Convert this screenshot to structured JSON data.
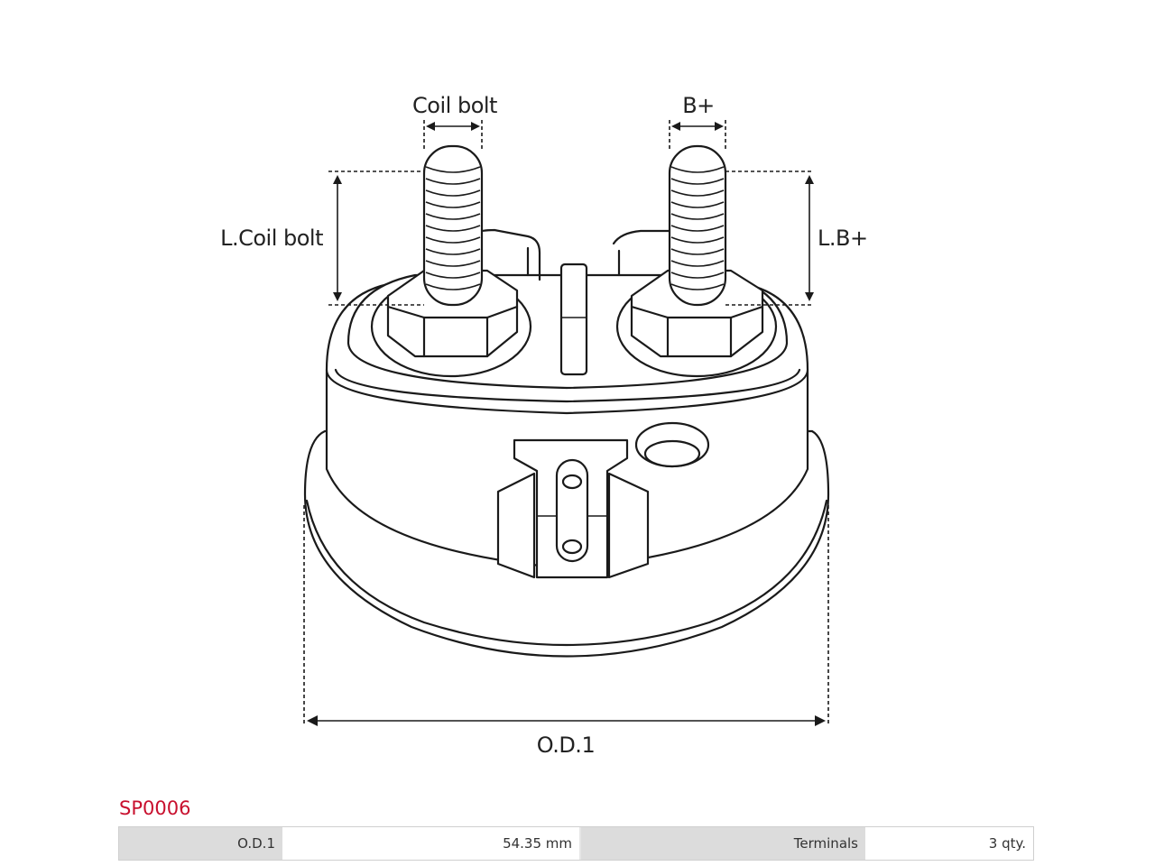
{
  "diagram": {
    "labels": {
      "coil_bolt": "Coil bolt",
      "b_plus": "B+",
      "l_coil_bolt": "L.Coil bolt",
      "l_b_plus": "L.B+",
      "od1": "O.D.1"
    }
  },
  "product": {
    "code": "SP0006",
    "specs": [
      {
        "key": "O.D.1",
        "value": "54.35 mm"
      },
      {
        "key": "Terminals",
        "value": "3 qty."
      }
    ]
  },
  "colors": {
    "code": "#c8102e",
    "key_bg": "#dcdcdc",
    "line": "#1a1a1a"
  }
}
